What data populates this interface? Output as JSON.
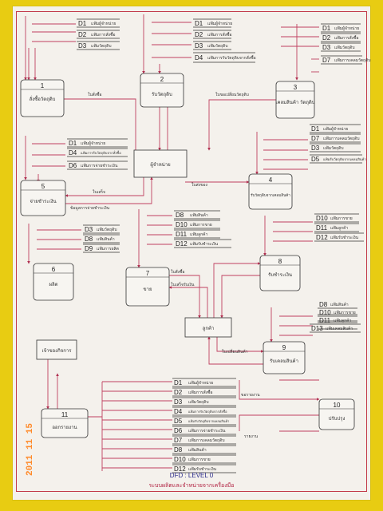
{
  "processes": [
    {
      "num": "1",
      "name": "สั่งซื้อวัตถุดิบ"
    },
    {
      "num": "2",
      "name": "รับวัตถุดิบ"
    },
    {
      "num": "3",
      "name": "เคลมสินค้า วัตถุดิบ"
    },
    {
      "num": "4",
      "name": "รับวัตถุดิบจากเคลมสินค้า"
    },
    {
      "num": "5",
      "name": "จ่ายชำระเงิน"
    },
    {
      "num": "6",
      "name": "ผลิต"
    },
    {
      "num": "7",
      "name": "ขาย"
    },
    {
      "num": "8",
      "name": "รับชำระเงิน"
    },
    {
      "num": "9",
      "name": "รับเคลมสินค้า"
    },
    {
      "num": "10",
      "name": "ปรับปรุง"
    },
    {
      "num": "11",
      "name": "ออกรายงาน"
    }
  ],
  "entities": {
    "supplier": "ผู้จำหน่าย",
    "customer": "ลูกค้า",
    "owner": "เจ้าของกิจการ"
  },
  "stores": [
    {
      "id": "D1",
      "name": "แฟ้มผู้จำหน่าย"
    },
    {
      "id": "D2",
      "name": "แฟ้มการสั่งซื้อ"
    },
    {
      "id": "D3",
      "name": "แฟ้มวัตถุดิบ"
    },
    {
      "id": "D4",
      "name": "แฟ้มการรับวัตถุดิบจากสั่งซื้อ"
    },
    {
      "id": "D5",
      "name": "แฟ้มรับวัตถุดิบจากเคลมสินค้า"
    },
    {
      "id": "D6",
      "name": "แฟ้มการจ่ายชำระเงิน"
    },
    {
      "id": "D7",
      "name": "แฟ้มการเคลมวัตถุดิบ"
    },
    {
      "id": "D8",
      "name": "แฟ้มสินค้า"
    },
    {
      "id": "D9",
      "name": "แฟ้มการผลิต"
    },
    {
      "id": "D10",
      "name": "แฟ้มการขาย"
    },
    {
      "id": "D11",
      "name": "แฟ้มลูกค้า"
    },
    {
      "id": "D12",
      "name": "แฟ้มรับชำระเงิน"
    },
    {
      "id": "D13",
      "name": "แฟ้มเคลมสินค้า"
    }
  ],
  "flows": {
    "order_form": "ใบสั่งซื้อ",
    "receipt_inv": "ใบส่งของ",
    "claim_form": "ใบขอเปลี่ยนวัตถุดิบ",
    "pay_receipt": "ใบเสร็จ",
    "pay_info": "ข้อมูลการจ่ายชำระเงิน",
    "cust_order": "ใบสั่งซื้อ",
    "cust_receipt": "ใบเสร็จรับเงิน",
    "cust_claim": "ใบเปลี่ยนสินค้า",
    "report_req": "ขอรายงาน",
    "report_out": "รายงาน"
  },
  "footer": {
    "title": "DFD : LEVEL 0",
    "subtitle": "ระบบผลิตและจำหน่ายจากเครื่องมือ"
  },
  "stamp": "2011 11 15"
}
